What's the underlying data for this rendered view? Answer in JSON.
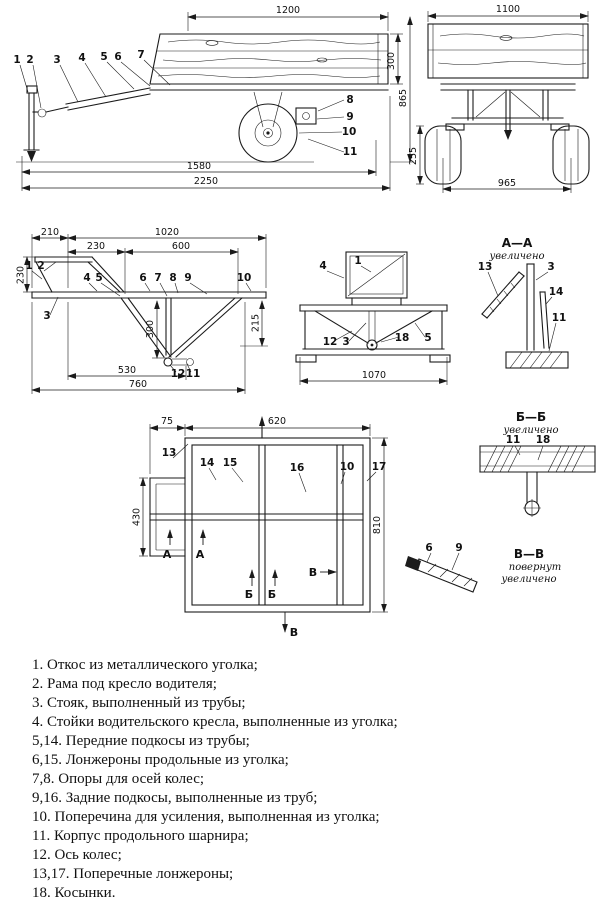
{
  "page": {
    "ink": "#1b1b1b",
    "background": "#ffffff"
  },
  "views": {
    "side": {
      "dim_body_length": "1200",
      "dim_body_height": "300",
      "dim_hitch_to_axle": "1580",
      "dim_total_length": "2250",
      "dim_total_height": "865",
      "callout_1": "1",
      "callout_2": "2",
      "callout_3": "3",
      "callout_4": "4",
      "callout_5": "5",
      "callout_6": "6",
      "callout_7": "7",
      "callout_8": "8",
      "callout_9": "9",
      "callout_10": "10",
      "callout_11": "11"
    },
    "rear": {
      "dim_body_width": "1100",
      "dim_track": "965",
      "dim_wheel_height": "255"
    },
    "frame_side": {
      "dim_210": "210",
      "dim_1020": "1020",
      "dim_230_top": "230",
      "dim_600": "600",
      "dim_230_left": "230",
      "dim_300": "300",
      "dim_215": "215",
      "dim_530": "530",
      "dim_760": "760",
      "callout_1": "1",
      "callout_2": "2",
      "callout_3": "3",
      "callout_4": "4",
      "callout_5": "5",
      "callout_6": "6",
      "callout_7": "7",
      "callout_8": "8",
      "callout_9": "9",
      "callout_10": "10",
      "callout_12": "12",
      "callout_11": "11"
    },
    "frame_front": {
      "dim_1070": "1070",
      "callout_4": "4",
      "callout_1": "1",
      "callout_12": "12",
      "callout_3": "3",
      "callout_18": "18",
      "callout_5": "5"
    },
    "section_aa": {
      "title": "А—А",
      "note": "увеличено",
      "callout_13": "13",
      "callout_3": "3",
      "callout_14": "14",
      "callout_11": "11"
    },
    "frame_top": {
      "dim_75": "75",
      "dim_620": "620",
      "dim_430": "430",
      "dim_810": "810",
      "callout_13": "13",
      "callout_14": "14",
      "callout_15": "15",
      "callout_16": "16",
      "callout_10": "10",
      "callout_17": "17",
      "marker_a": "А",
      "marker_b": "Б",
      "marker_v": "В"
    },
    "section_bb": {
      "title": "Б—Б",
      "note": "увеличено",
      "callout_11": "11",
      "callout_18": "18"
    },
    "section_vv": {
      "title": "В—В",
      "note_rotated": "повернут",
      "note_enlarged": "увеличено",
      "callout_6": "6",
      "callout_9": "9"
    }
  },
  "parts_list": [
    "1. Откос из металлического уголка;",
    "2. Рама под кресло водителя;",
    "3. Стояк, выполненный из трубы;",
    "4. Стойки водительского кресла, выполненные из уголка;",
    "5,14. Передние подкосы из трубы;",
    "6,15. Лонжероны продольные из уголка;",
    "7,8. Опоры для осей колес;",
    "9,16. Задние подкосы, выполненные из труб;",
    "10. Поперечина для усиления, выполненная из уголка;",
    "11. Корпус продольного шарнира;",
    "12. Ось колес;",
    "13,17. Поперечные лонжероны;",
    "18. Косынки."
  ]
}
